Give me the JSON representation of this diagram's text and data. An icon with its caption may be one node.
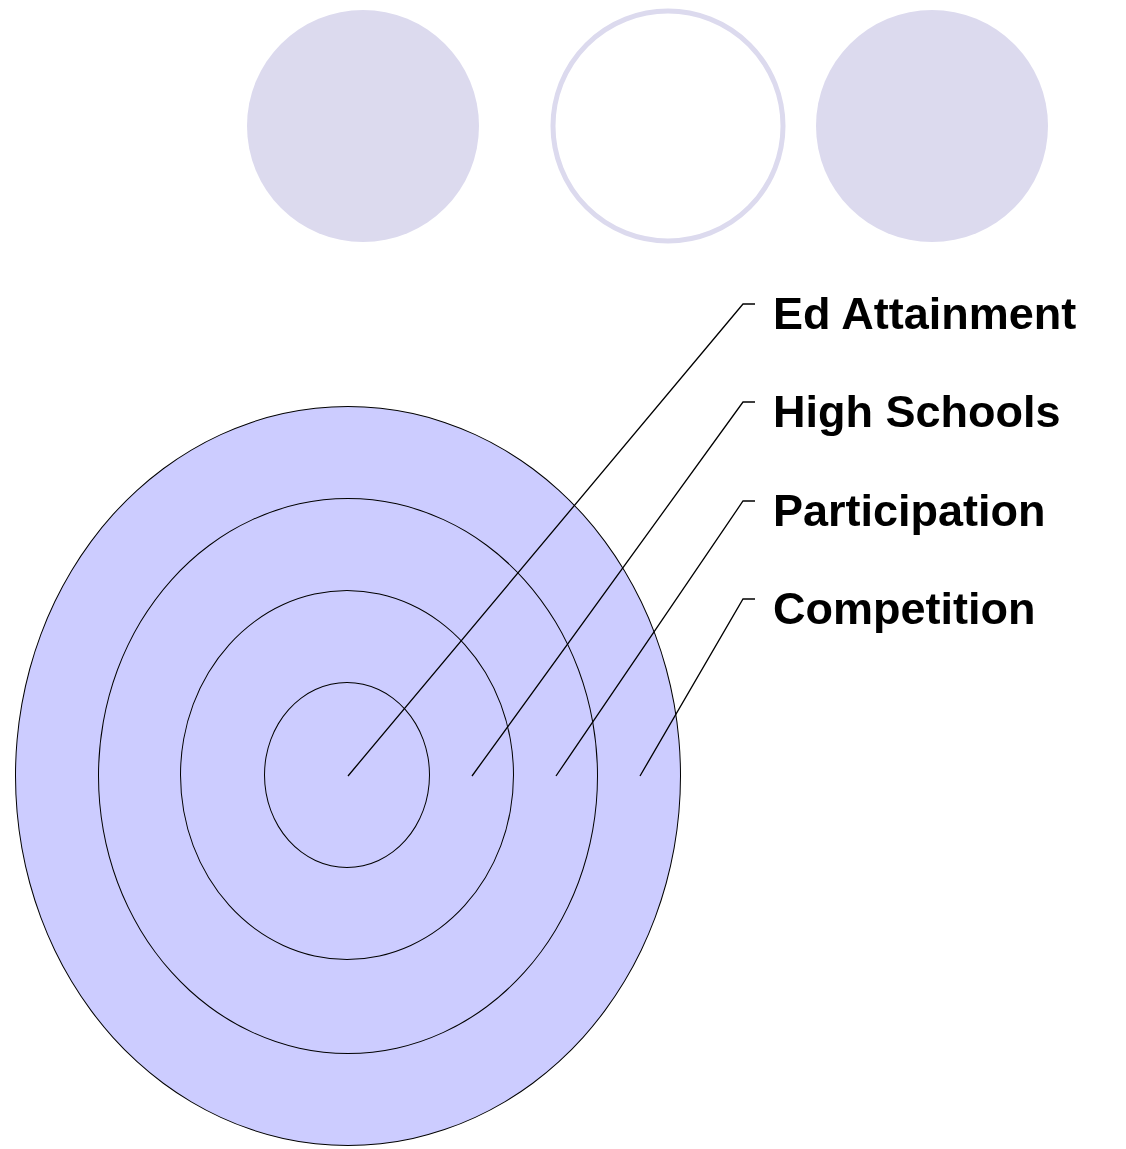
{
  "diagram": {
    "nodes": [
      {
        "text": [],
        "shape": "circle"
      },
      {
        "text": [],
        "shape": "circle",
        "in": 0
      },
      {
        "text": [],
        "shape": "circle",
        "in": 1
      },
      {
        "text": [],
        "shape": "circle",
        "in": 2
      },
      {
        "text": [
          "Ed Attainment"
        ]
      },
      {
        "text": [
          "High Schools"
        ]
      },
      {
        "text": [
          "Participation"
        ]
      },
      {
        "text": [
          "Competition"
        ]
      }
    ],
    "edges": [
      {
        "from": 4,
        "to": 3,
        "arrow": "none"
      },
      {
        "from": 5,
        "to": 2,
        "arrow": "none"
      },
      {
        "from": 6,
        "to": 1,
        "arrow": "none"
      },
      {
        "from": 7,
        "to": 0,
        "arrow": "none"
      }
    ]
  }
}
